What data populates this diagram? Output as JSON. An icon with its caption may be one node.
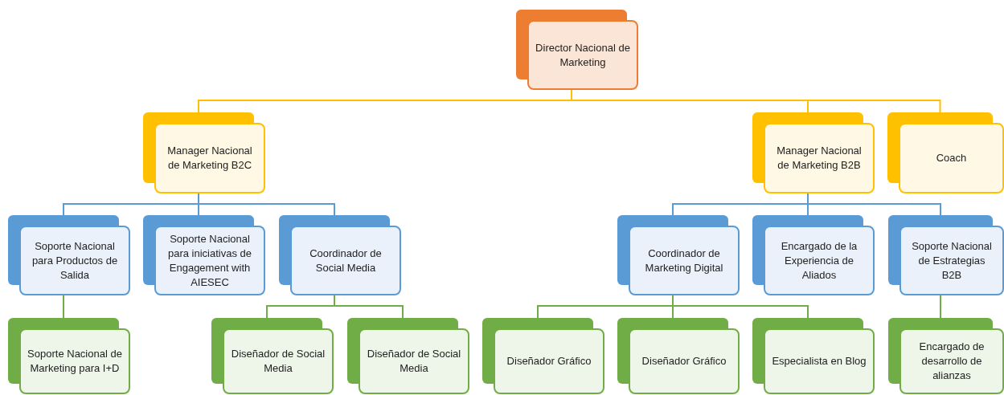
{
  "diagram": {
    "nodes": [
      {
        "text": [
          "Director Nacional de Marketing"
        ]
      },
      {
        "text": [
          "Manager Nacional de Marketing B2C"
        ]
      },
      {
        "text": [
          "Manager Nacional de Marketing B2B"
        ]
      },
      {
        "text": [
          "Coach"
        ]
      },
      {
        "text": [
          "Soporte Nacional para Productos de Salida"
        ]
      },
      {
        "text": [
          "Soporte Nacional para iniciativas de Engagement with AIESEC"
        ]
      },
      {
        "text": [
          "Coordinador de Social Media"
        ]
      },
      {
        "text": [
          "Coordinador de Marketing Digital"
        ]
      },
      {
        "text": [
          "Encargado de la Experiencia de Aliados"
        ]
      },
      {
        "text": [
          "Soporte Nacional de Estrategias B2B"
        ]
      },
      {
        "text": [
          "Soporte Nacional de Marketing para I+D"
        ]
      },
      {
        "text": [
          "Diseñador de Social Media"
        ]
      },
      {
        "text": [
          "Diseñador de Social Media"
        ]
      },
      {
        "text": [
          "Diseñador Gráfico"
        ]
      },
      {
        "text": [
          "Diseñador Gráfico"
        ]
      },
      {
        "text": [
          "Especialista en Blog"
        ]
      },
      {
        "text": [
          "Encargado de desarrollo de alianzas"
        ]
      }
    ],
    "edges": [
      {
        "from": 0,
        "to": 1,
        "arrow": "none",
        "color": "#ffc000"
      },
      {
        "from": 0,
        "to": 2,
        "arrow": "none",
        "color": "#ffc000"
      },
      {
        "from": 0,
        "to": 3,
        "arrow": "none",
        "color": "#ffc000"
      },
      {
        "from": 1,
        "to": 4,
        "arrow": "none",
        "color": "#5b9bd5"
      },
      {
        "from": 1,
        "to": 5,
        "arrow": "none",
        "color": "#5b9bd5"
      },
      {
        "from": 1,
        "to": 6,
        "arrow": "none",
        "color": "#5b9bd5"
      },
      {
        "from": 2,
        "to": 7,
        "arrow": "none",
        "color": "#5b9bd5"
      },
      {
        "from": 2,
        "to": 8,
        "arrow": "none",
        "color": "#5b9bd5"
      },
      {
        "from": 2,
        "to": 9,
        "arrow": "none",
        "color": "#5b9bd5"
      },
      {
        "from": 4,
        "to": 10,
        "arrow": "none"
      },
      {
        "from": 6,
        "to": 11,
        "arrow": "none"
      },
      {
        "from": 6,
        "to": 12,
        "arrow": "none"
      },
      {
        "from": 7,
        "to": 13,
        "arrow": "none"
      },
      {
        "from": 7,
        "to": 14,
        "arrow": "none"
      },
      {
        "from": 7,
        "to": 15,
        "arrow": "none"
      },
      {
        "from": 9,
        "to": 16,
        "arrow": "none"
      }
    ]
  }
}
